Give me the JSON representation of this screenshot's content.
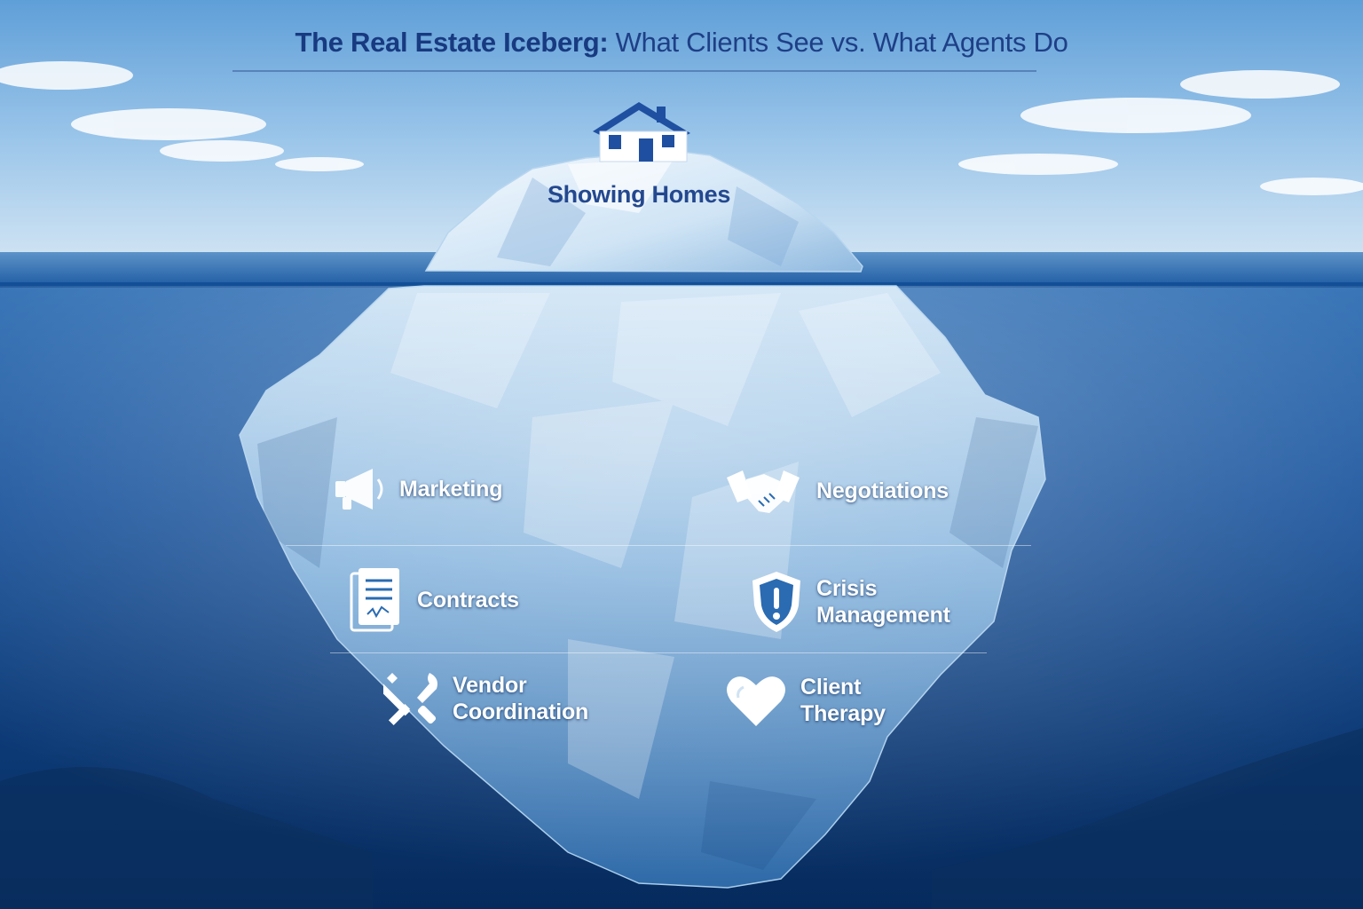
{
  "title": {
    "bold": "The Real Estate Iceberg:",
    "rest": " What Clients See vs. What Agents Do"
  },
  "tip": {
    "label": "Showing Homes",
    "icon": "house-icon"
  },
  "tasks": [
    {
      "label": "Marketing",
      "icon": "megaphone-icon"
    },
    {
      "label": "Negotiations",
      "icon": "handshake-icon"
    },
    {
      "label": "Contracts",
      "icon": "document-icon"
    },
    {
      "label": "Crisis\nManagement",
      "icon": "shield-alert-icon"
    },
    {
      "label": "Vendor\nCoordination",
      "icon": "wrench-screwdriver-icon"
    },
    {
      "label": "Client\nTherapy",
      "icon": "heart-icon"
    }
  ],
  "colors": {
    "sky_top": "#5f9fd8",
    "sky_horizon": "#cfe3f3",
    "water_surface": "#1f5ea6",
    "water_deep": "#083066",
    "ice_light": "#eef6fc",
    "ice_mid": "#9cc7e8",
    "ice_shadow": "#4b86bf",
    "title_text": "#1e3f86",
    "house_roof": "#1f4fa0"
  }
}
